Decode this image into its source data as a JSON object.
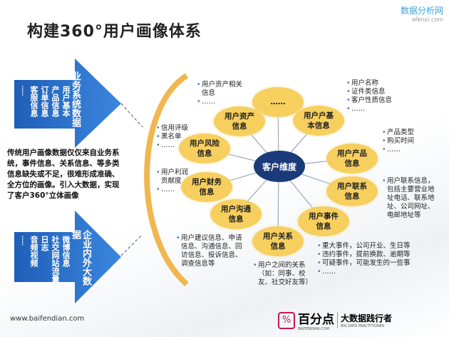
{
  "title": "构建360°用户画像体系",
  "watermark": {
    "name": "数据分析网",
    "url": "afenxi.com"
  },
  "arrows": [
    {
      "label": "业务系统数据",
      "items": [
        "用户基本",
        "产品信息",
        "订单信息",
        "客服信息",
        "……"
      ]
    },
    {
      "label": "企业内外大数据",
      "items": [
        "微博信息",
        "社交网站流量",
        "日志",
        "音频视频",
        "……"
      ]
    }
  ],
  "description": "传统用户画像数据仅仅来自业务系统，事件信息、关系信息、等多类信息缺失或不足，很难形成准确、全方位的画像。引入大数据，实现了客户360°立体画像",
  "center": "客户维度",
  "nodes": {
    "more": "……",
    "asset": "用户资产信息",
    "basic": "用户户基本信息",
    "risk": "用户风险信息",
    "product": "用户产品信息",
    "finance": "用户财务信息",
    "contact": "用户联系信息",
    "communication": "用户沟通信息",
    "event": "用户事件信息",
    "relation": "用户关系信息"
  },
  "info": {
    "asset": [
      "用户资产相关信息",
      "……"
    ],
    "basic": [
      "用户名称",
      "证件类信息",
      "客户性质信息",
      "……"
    ],
    "risk": [
      "信用评级",
      "黑名单",
      "……"
    ],
    "product": [
      "产品类型",
      "购买时间",
      "……"
    ],
    "finance": [
      "用户利润贡献度",
      "……"
    ],
    "contact": [
      "用户联系信息，包括主要营业地址电话、联系地址、公司网址、电邮地址等"
    ],
    "communication": [
      "用户建议信息、申请信息、沟通信息、回访信息、投诉信息、调查信息等"
    ],
    "relation": [
      "用户之间的关系（如：同事、校友、社交好友等）"
    ],
    "event": [
      "重大事件，公司开业、生日等",
      "违约事件，提前换款、逾期等",
      "可疑事件，可能发生的一些事",
      "……"
    ]
  },
  "footer": "www.baifendian.com",
  "logo": {
    "name": "百分点",
    "sub": "BAIFENDIAN.COM",
    "slogan": "大数据践行者",
    "slogan_sub": "BIG DATA PRACTITIONER"
  }
}
